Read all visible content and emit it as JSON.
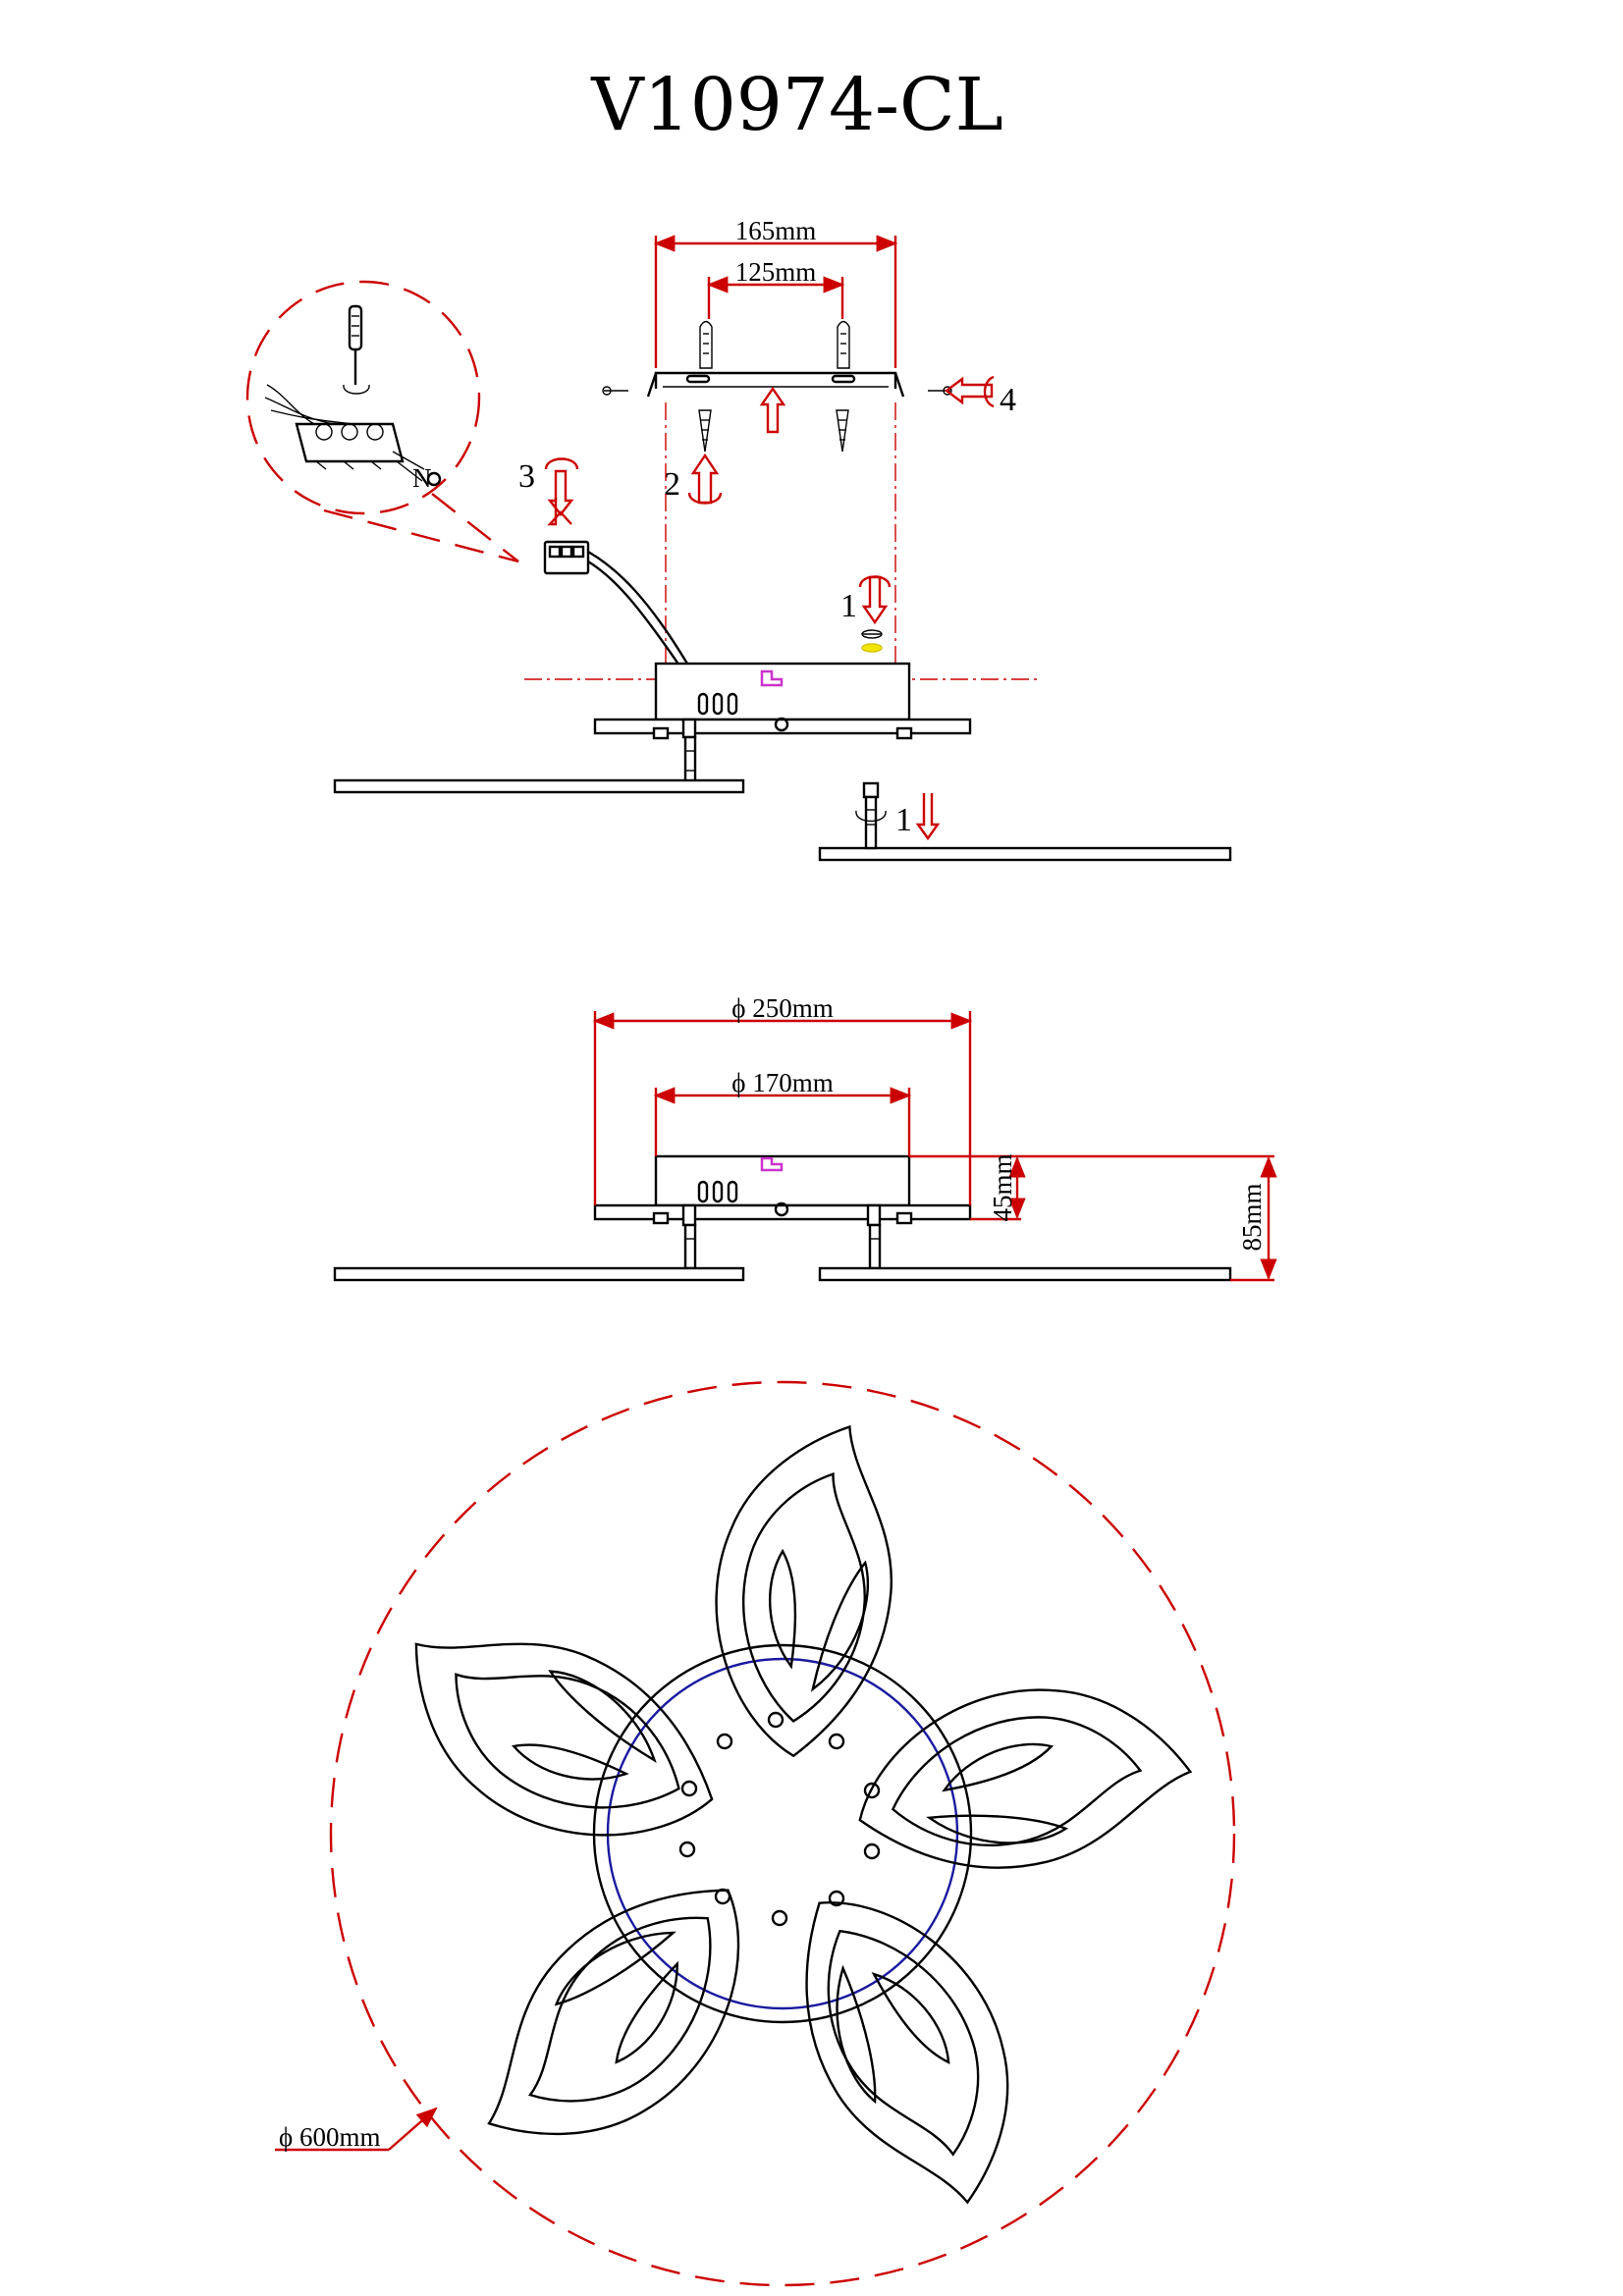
{
  "title": "V10974-CL",
  "dimensions": {
    "bracket_outer": "165mm",
    "bracket_inner": "125mm",
    "base_diameter": "ϕ 250mm",
    "canopy_diameter": "ϕ 170mm",
    "canopy_height": "45mm",
    "total_height": "85mm",
    "total_diameter": "ϕ 600mm"
  },
  "steps": {
    "s1_screw": "1",
    "s1_bottom": "1",
    "s2": "2",
    "s3": "3",
    "s4": "4"
  },
  "colors": {
    "line": "#000000",
    "dimension": "#cc0000",
    "led_ring": "#1a1aa0",
    "connector_mark": "#cc33cc",
    "washer": "#f2e600"
  },
  "icons": [
    "screwdriver-icon",
    "rotate-arrow-icon",
    "terminal-block-icon",
    "wall-plug-icon",
    "screw-icon",
    "ground-symbol-icon"
  ]
}
